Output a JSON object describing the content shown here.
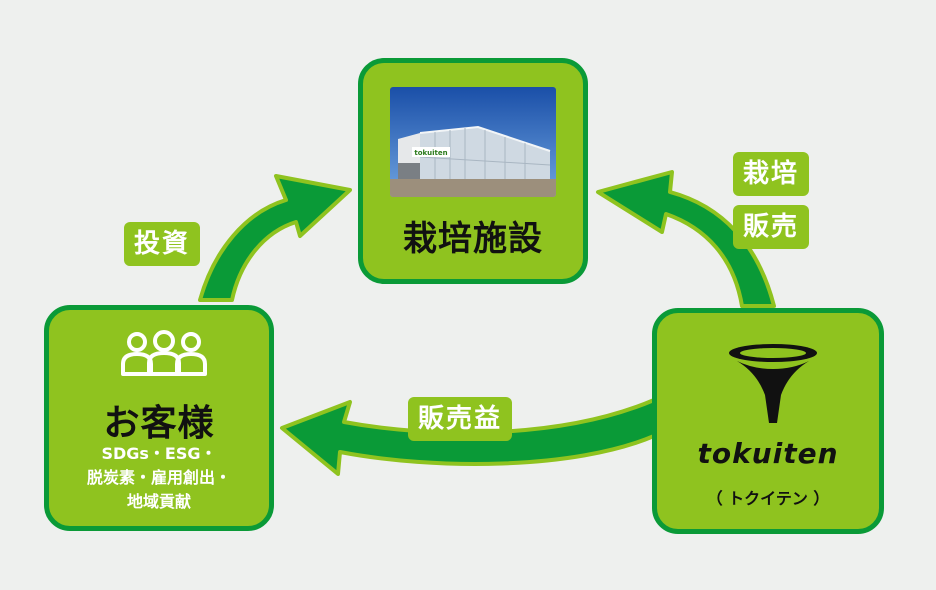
{
  "nodes": {
    "facility": {
      "title": "栽培施設",
      "photo_sign": "tokuiten"
    },
    "customers": {
      "title": "お客様",
      "lines": [
        "SDGs・ESG・",
        "脱炭素・雇用創出・",
        "地域貢献"
      ]
    },
    "tokuiten": {
      "logo": "tokuiten",
      "kana": "（ トクイテン ）"
    }
  },
  "edges": {
    "invest": "投資",
    "cultivate": "栽培",
    "sales": "販売",
    "profit": "販売益"
  },
  "icons": {
    "customers": "people-group-icon",
    "tokuiten": "funnel-icon",
    "facility": "greenhouse-photo"
  },
  "colors": {
    "background": "#eef0ee",
    "box_fill": "#8fc31f",
    "box_border": "#0a9a37",
    "arrow": "#0a9a37",
    "arrow_outline": "#8fc31f"
  }
}
